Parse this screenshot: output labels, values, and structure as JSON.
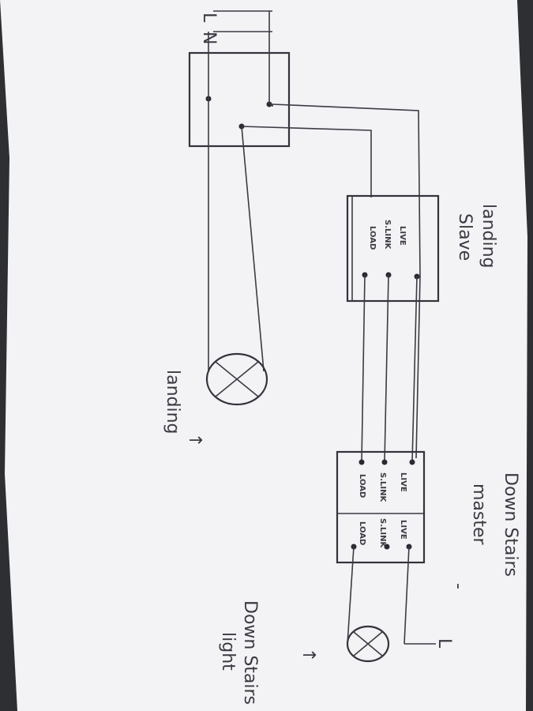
{
  "supply": {
    "live": "L",
    "neutral": "N"
  },
  "landing_slave": {
    "title_line1": "landing",
    "title_line2": "Slave",
    "terminals": [
      "LIVE",
      "S.LINK",
      "LOAD"
    ]
  },
  "downstairs_master": {
    "title_line1": "Down Stairs",
    "title_line2": "master",
    "terminals_left": [
      "LIVE",
      "S.LINK",
      "LOAD"
    ],
    "terminals_right": [
      "LIVE",
      "S.LINK",
      "LOAD"
    ]
  },
  "landing_light": {
    "label": "landing",
    "arrow": "↑"
  },
  "downstairs_light": {
    "label_line1": "Down Stairs",
    "label_line2": "light",
    "arrow": "↑"
  },
  "downstairs_live": "L",
  "colors": {
    "paper": "#f2f2f4",
    "ink": "#3a3a44",
    "background": "#2e2f33"
  }
}
